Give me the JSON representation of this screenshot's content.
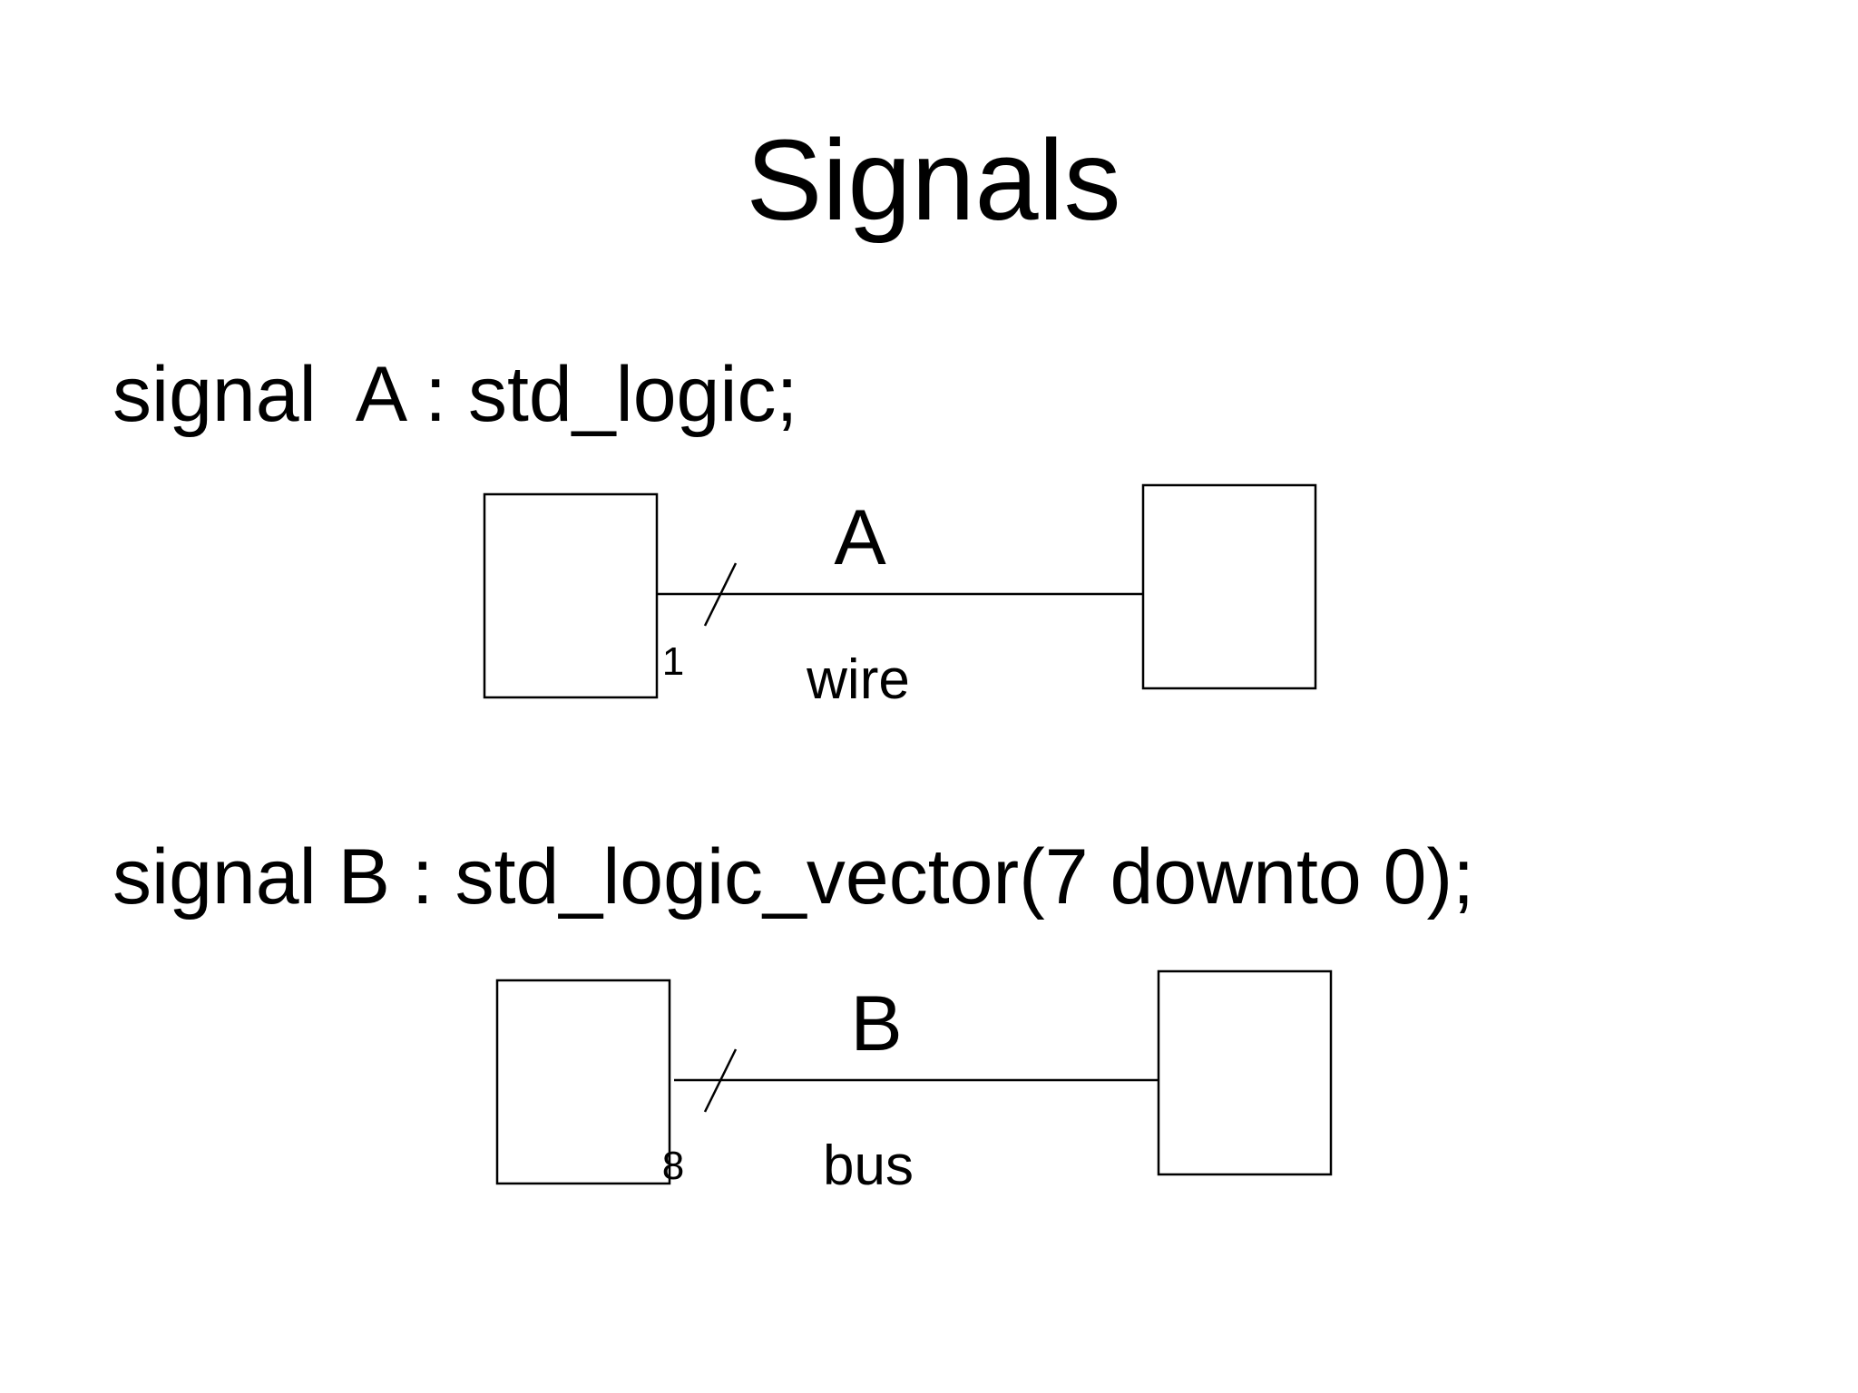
{
  "slide": {
    "title": "Signals"
  },
  "declarations": {
    "signal_a": "signal  A : std_logic;",
    "signal_b": "signal B : std_logic_vector(7 downto 0);"
  },
  "diagram_a": {
    "signal_name": "A",
    "width_label": "1",
    "kind_label": "wire"
  },
  "diagram_b": {
    "signal_name": "B",
    "width_label": "8",
    "kind_label": "bus"
  },
  "colors": {
    "foreground": "#000000",
    "background": "#ffffff"
  }
}
